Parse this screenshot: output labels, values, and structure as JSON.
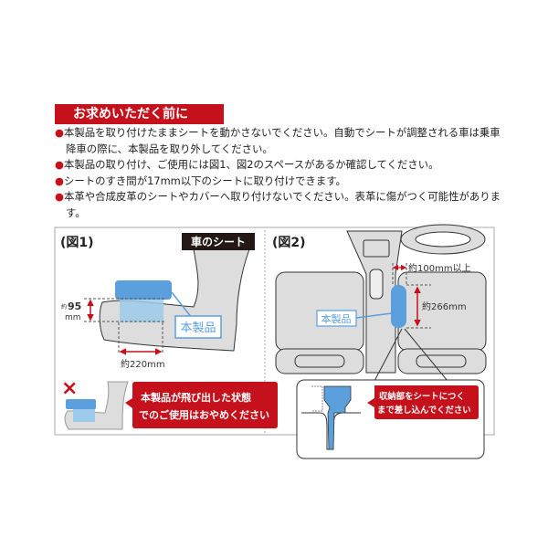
{
  "header": {
    "title": "お求めいただく前に"
  },
  "notes": [
    "本製品を取り付けたままシートを動かさないでください。自動でシートが調整される車は乗車降車の際に、本製品を取り外してください。",
    "本製品の取り付け、ご使用には図1、図2のスペースがあるか確認してください。",
    "シートのすき間が17mm以下のシートに取り付けできます。",
    "本革や合成皮革のシートやカバーへ取り付けないでください。表革に傷がつく可能性があります。"
  ],
  "bullet": "●",
  "fig1": {
    "label": "(図1)",
    "seat_tag": "車のシート",
    "product_label": "本製品",
    "height_prefix": "約",
    "height_value": "95",
    "height_unit": "mm",
    "width_text": "約220mm",
    "ng_mark": "×",
    "warning_line1": "本製品が飛び出した状態",
    "warning_line2": "でのご使用はおやめください"
  },
  "fig2": {
    "label": "(図2)",
    "product_label": "本製品",
    "gap_text": "約100mm以上",
    "height_text": "約266mm",
    "note_line1": "収納部をシートにつく",
    "note_line2": "まで差し込んでください"
  },
  "colors": {
    "red": "#c4111b",
    "blue": "#5b9fdc",
    "light_blue": "#9ccbeb",
    "gray": "#d8d8d8"
  }
}
